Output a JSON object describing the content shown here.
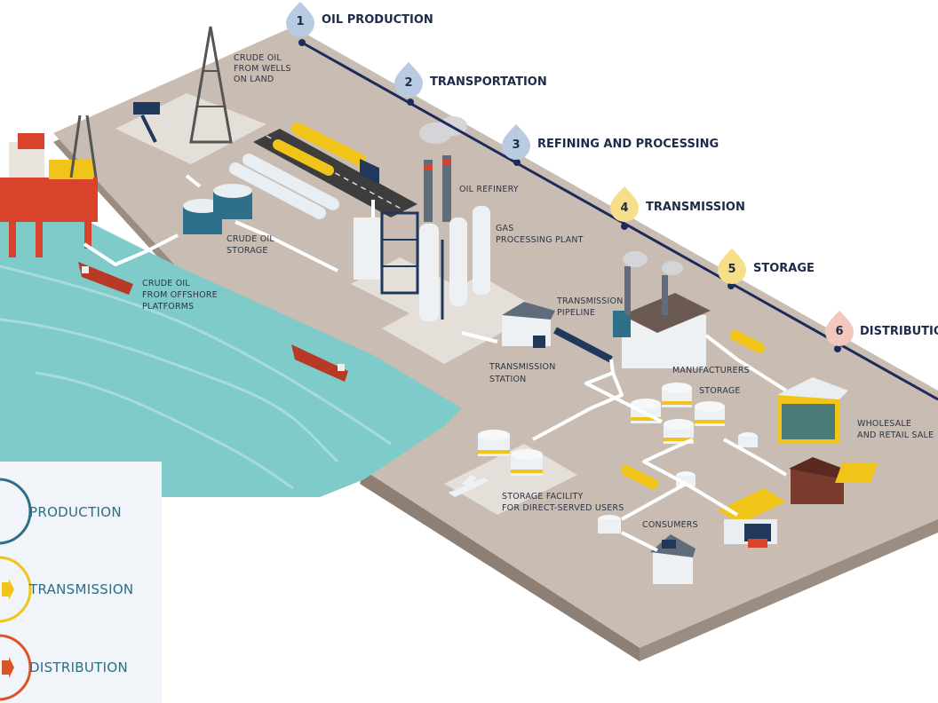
{
  "steps": [
    {
      "num": "1",
      "label": "OIL PRODUCTION",
      "color": "#b9cbe0"
    },
    {
      "num": "2",
      "label": "TRANSPORTATION",
      "color": "#b9cbe0"
    },
    {
      "num": "3",
      "label": "REFINING AND PROCESSING",
      "color": "#b9cbe0"
    },
    {
      "num": "4",
      "label": "TRANSMISSION",
      "color": "#f6df8a"
    },
    {
      "num": "5",
      "label": "STORAGE",
      "color": "#f6df8a"
    },
    {
      "num": "6",
      "label": "DISTRIBUTION",
      "color": "#f2c8bd"
    }
  ],
  "labels": {
    "crude_wells": [
      "CRUDE OIL",
      "FROM WELLS",
      "ON LAND"
    ],
    "crude_storage": [
      "CRUDE OIL",
      "STORAGE"
    ],
    "crude_offshore": [
      "CRUDE OIL",
      "FROM OFFSHORE",
      "PLATFORMS"
    ],
    "oil_refinery": [
      "OIL REFINERY"
    ],
    "gas_plant": [
      "GAS",
      "PROCESSING PLANT"
    ],
    "transmission_pipeline": [
      "TRANSMISSION",
      "PIPELINE"
    ],
    "transmission_station": [
      "TRANSMISSION",
      "STATION"
    ],
    "manufacturers": [
      "MANUFACTURERS"
    ],
    "storage": [
      "STORAGE"
    ],
    "wholesale": [
      "WHOLESALE",
      "AND RETAIL SALE"
    ],
    "storage_facility": [
      "STORAGE FACILITY",
      "FOR DIRECT-SERVED USERS"
    ],
    "consumers": [
      "CONSUMERS"
    ]
  },
  "legend": {
    "items": [
      {
        "label": "PRODUCTION",
        "color": "#2e6f8a"
      },
      {
        "label": "TRANSMISSION",
        "color": "#f0c419"
      },
      {
        "label": "DISTRIBUTION",
        "color": "#d9532b"
      }
    ]
  },
  "colors": {
    "ground": "#c9bdb3",
    "ground_side": "#9c8d82",
    "water": "#7fcbc9",
    "timeline": "#1e2a5a"
  }
}
